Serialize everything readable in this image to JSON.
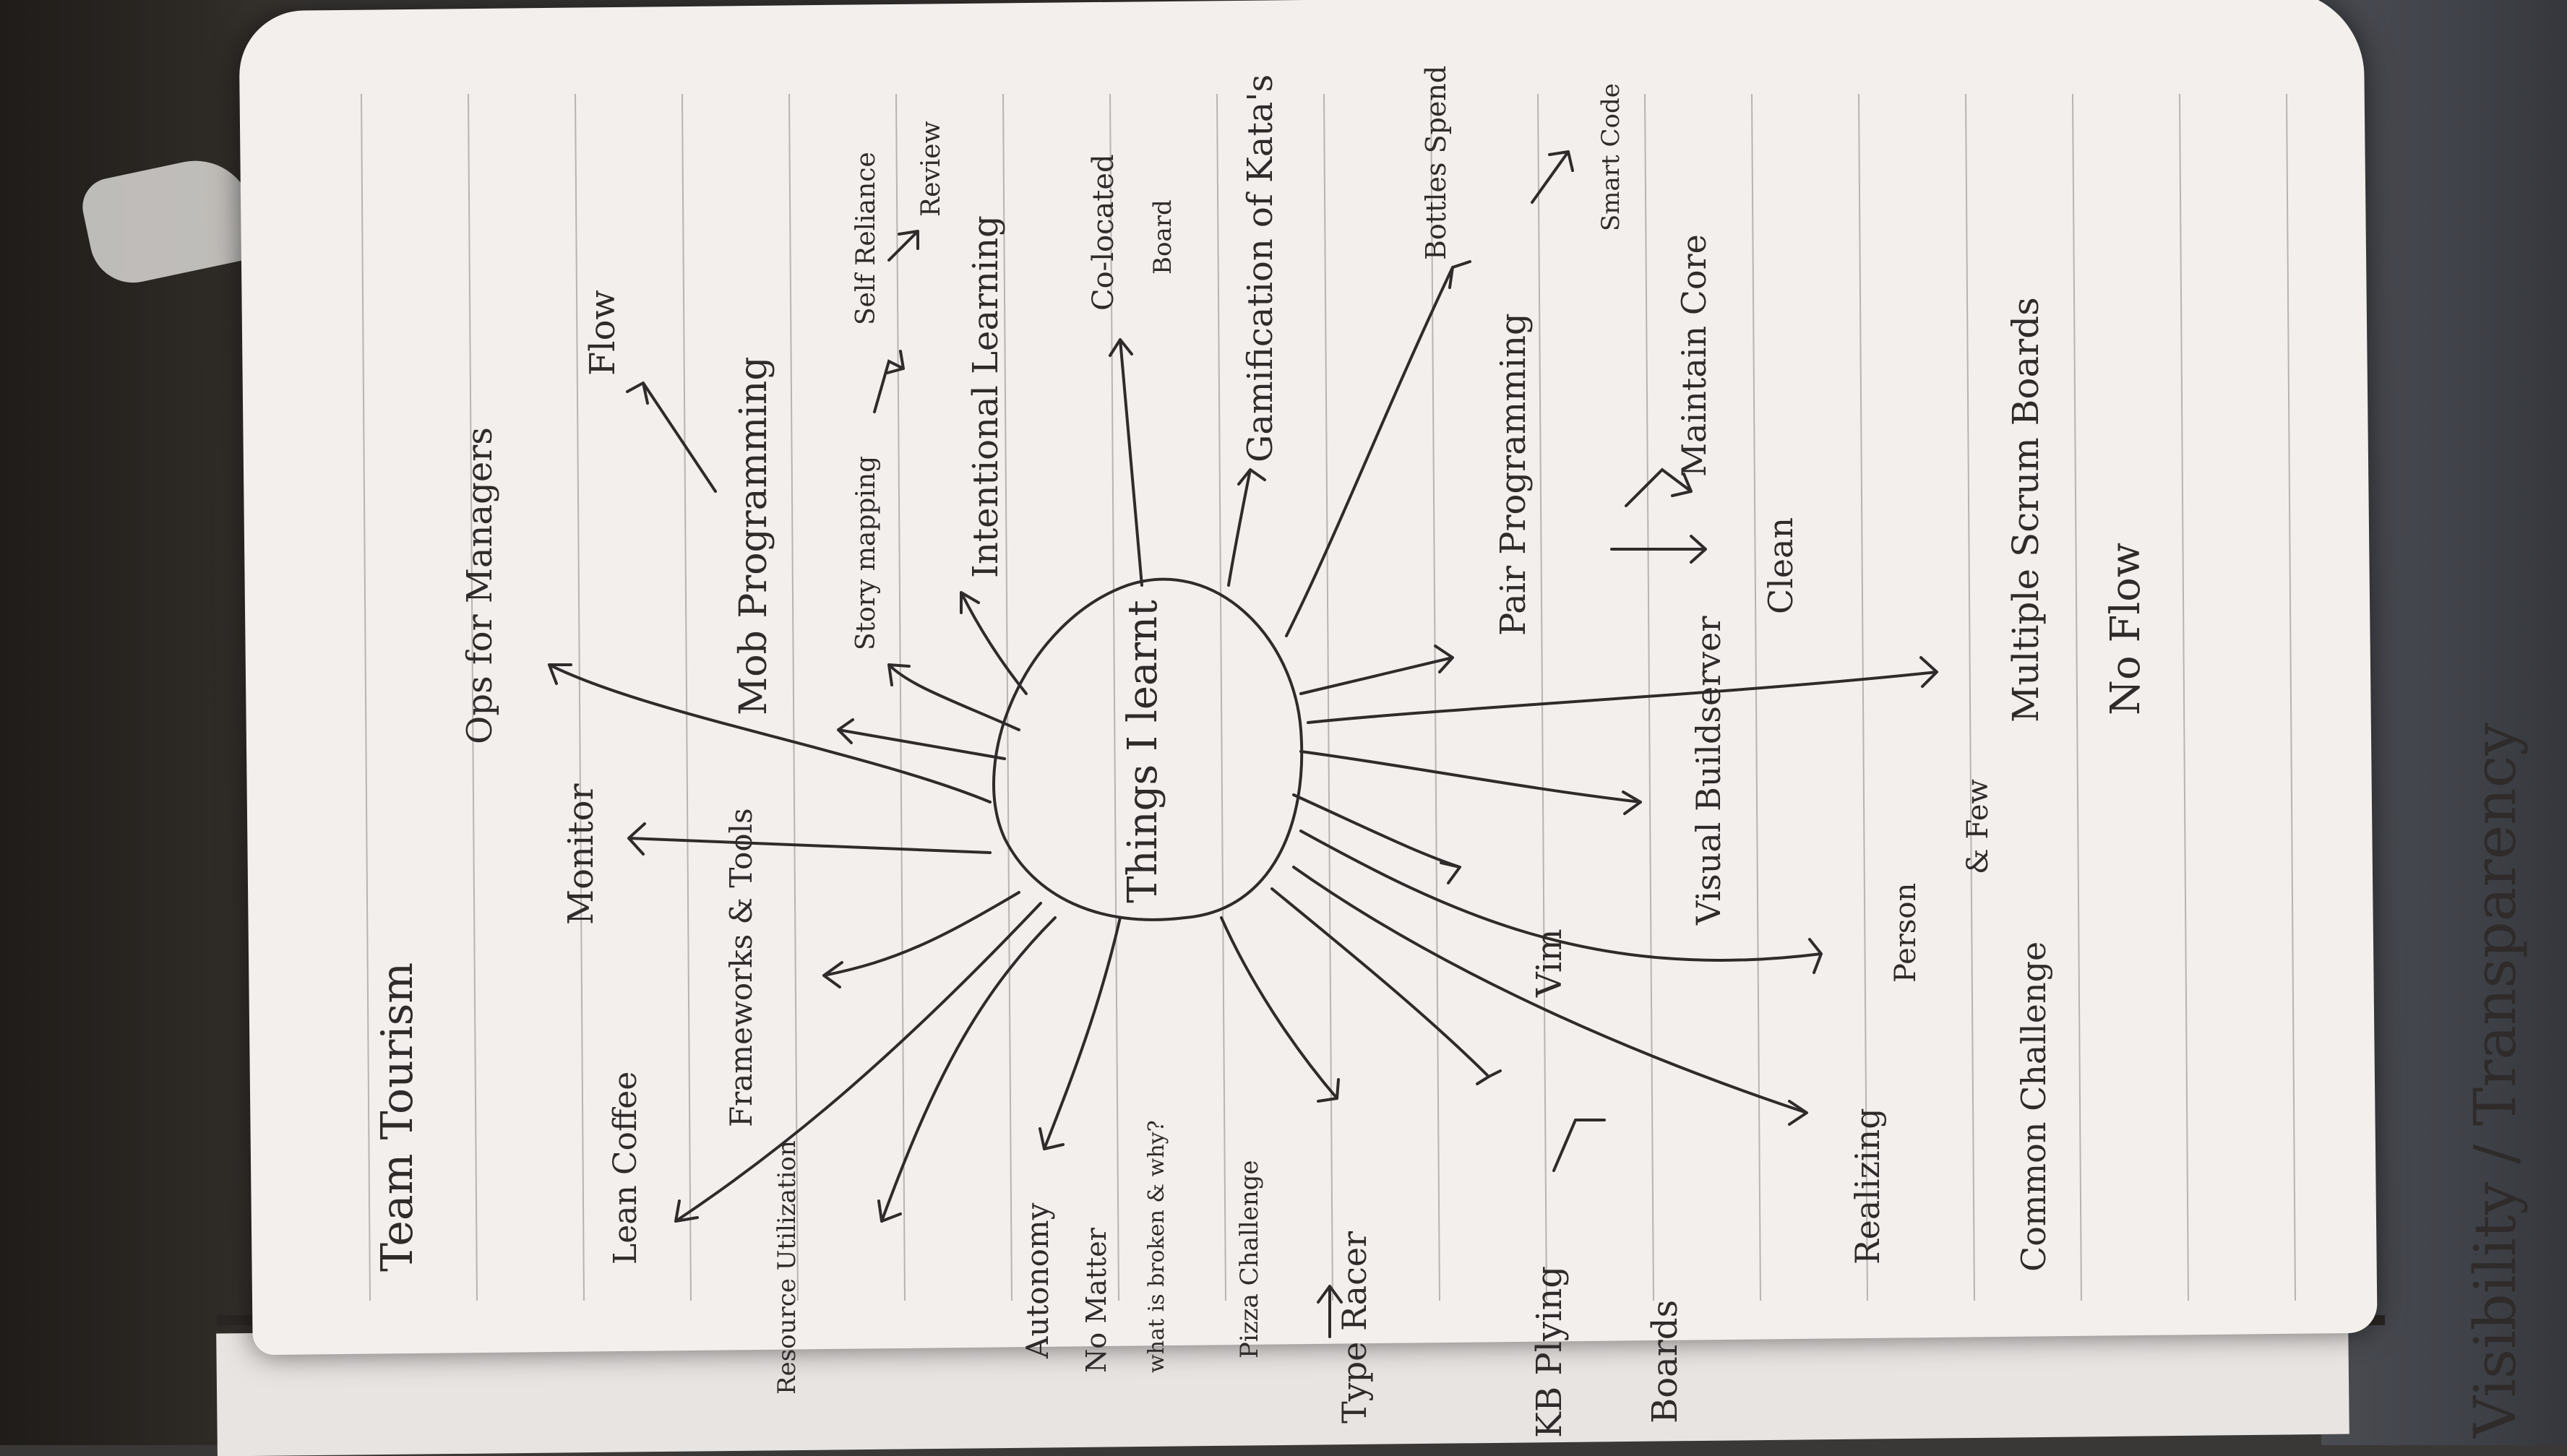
{
  "labels": {
    "team_tourism": "Team Tourism",
    "visibility": "Visibility / Transparency",
    "center": "Things I learnt",
    "left_to_left": "Lean Coffee",
    "monitor": "Monitor",
    "ops_for_managers": "Ops for Managers",
    "resource_utilization": "Resource Utilization",
    "frameworks_tools": "Frameworks & Tools",
    "mob_programming": "Mob Programming",
    "flow": "Flow",
    "story_mapping": "Story mapping",
    "self_reliance": "Self Reliance",
    "review": "Review",
    "autonomy": "Autonomy",
    "no_matter": "No Matter",
    "what_is_broken": "what is broken & why?",
    "intentional_learning": "Intentional Learning",
    "co_located": "Co-located",
    "board": "Board",
    "pizza_challenge": "Pizza Challenge",
    "type_racer": "Type Racer",
    "gamification": "Gamification of Kata's",
    "bottles_spend": "Bottles Spend",
    "kb_plying": "KB Plying",
    "vim": "Vim",
    "pair_programming": "Pair Programming",
    "smart_code": "Smart Code",
    "boards": "Boards",
    "visual_build": "Visual Buildserver",
    "maintain_core": "Maintain Core",
    "clean": "Clean",
    "realizing": "Realizing",
    "person": "Person",
    "few": "& Few",
    "common_challenge": "Common Challenge",
    "multiple_scrum_boards": "Multiple Scrum Boards",
    "no_flow": "No Flow"
  },
  "colors": {
    "ink": "#2e2b2a",
    "paper": "#f3efed",
    "rule": "#b9b3b2"
  }
}
